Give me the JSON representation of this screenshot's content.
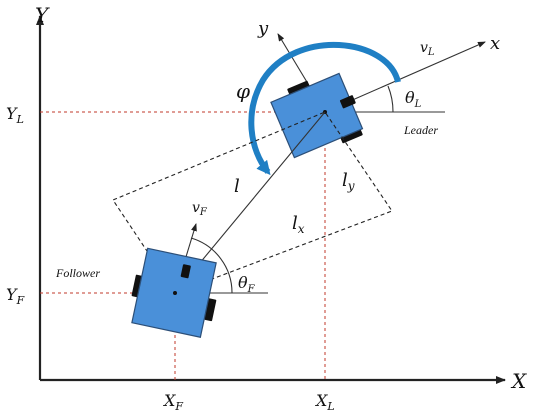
{
  "axes": {
    "x_label": "X",
    "y_label": "Y"
  },
  "ticks": {
    "yl": {
      "main": "Y",
      "sub": "L"
    },
    "yf": {
      "main": "Y",
      "sub": "F"
    },
    "xf": {
      "main": "X",
      "sub": "F"
    },
    "xl": {
      "main": "X",
      "sub": "L"
    }
  },
  "leader": {
    "name": "Leader",
    "local_x": "x",
    "local_y": "y",
    "velocity": {
      "main": "v",
      "sub": "L"
    },
    "heading": {
      "main": "θ",
      "sub": "L"
    }
  },
  "follower": {
    "name": "Follower",
    "velocity": {
      "main": "v",
      "sub": "F"
    },
    "heading": {
      "main": "θ",
      "sub": "F"
    }
  },
  "geometry_labels": {
    "phi": "φ",
    "l": "l",
    "lx": {
      "main": "l",
      "sub": "x"
    },
    "ly": {
      "main": "l",
      "sub": "y"
    }
  },
  "colors": {
    "robot_fill": "#4a90d9",
    "phi_arc": "#1f7fc4",
    "reference_lines": "#c0392b"
  }
}
